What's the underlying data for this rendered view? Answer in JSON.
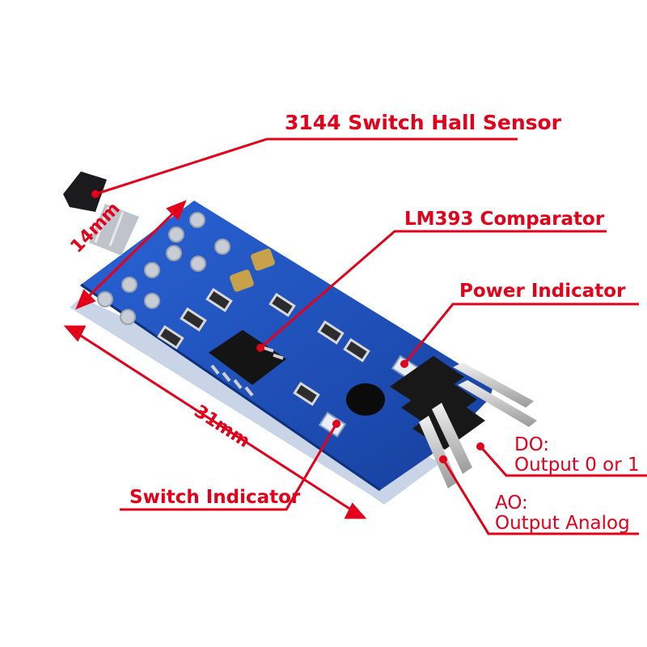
{
  "callouts": {
    "hall_sensor": "3144 Switch Hall Sensor",
    "comparator": "LM393 Comparator",
    "power_indicator": "Power Indicator",
    "switch_indicator": "Switch Indicator",
    "do_line1": "DO:",
    "do_line2": "Output 0 or 1",
    "ao_line1": "AO:",
    "ao_line2": "Output Analog"
  },
  "dimensions": {
    "width_label": "14mm",
    "length_label": "31mm"
  },
  "colors": {
    "annotation": "#e3001b",
    "pcb": "#1f4fb8",
    "pad": "#c8ccd4",
    "chip": "#141414"
  }
}
